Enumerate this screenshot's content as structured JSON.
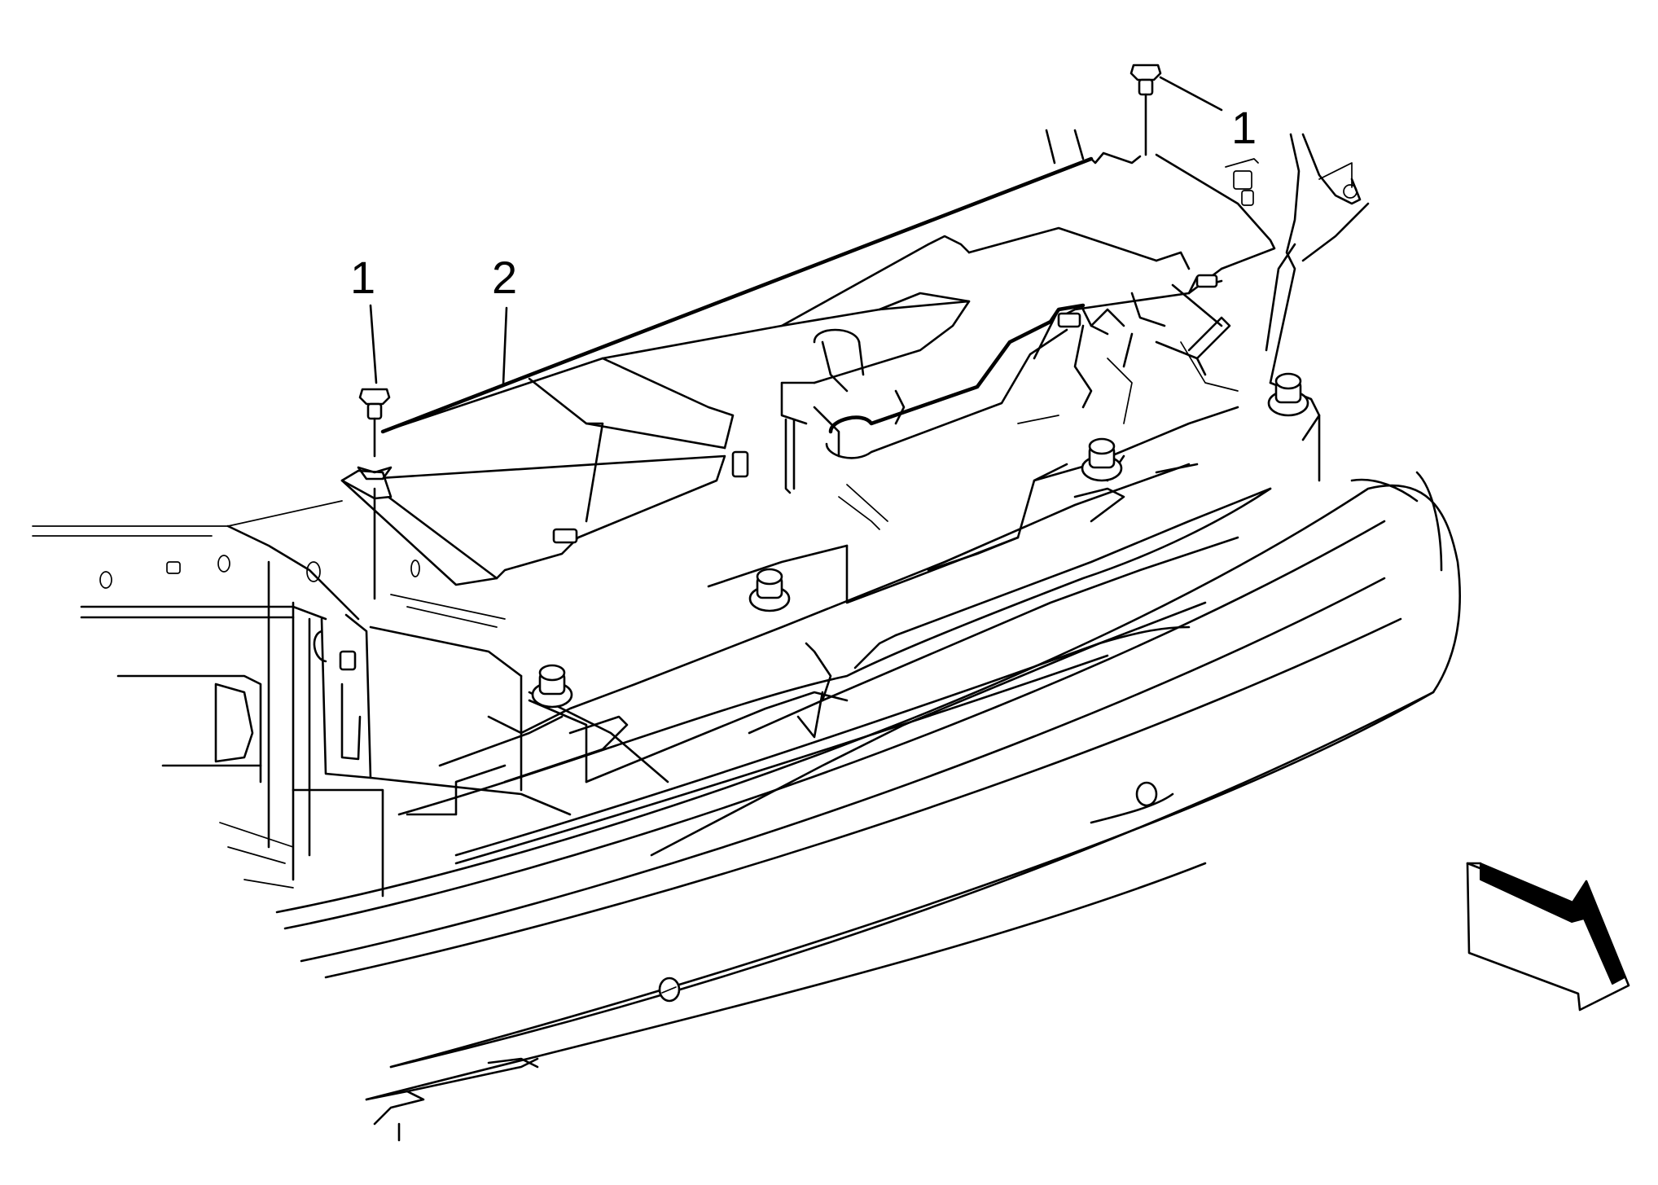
{
  "callouts": [
    {
      "id": "fastener-right",
      "number": "1",
      "part": "push-pin-retainer"
    },
    {
      "id": "fastener-left",
      "number": "1",
      "part": "push-pin-retainer"
    },
    {
      "id": "panel",
      "number": "2",
      "part": "radiator-air-baffle-panel"
    }
  ],
  "orientation_arrow": {
    "icon": "front-direction-arrow-icon"
  },
  "colors": {
    "line": "#000000",
    "background": "#ffffff"
  }
}
